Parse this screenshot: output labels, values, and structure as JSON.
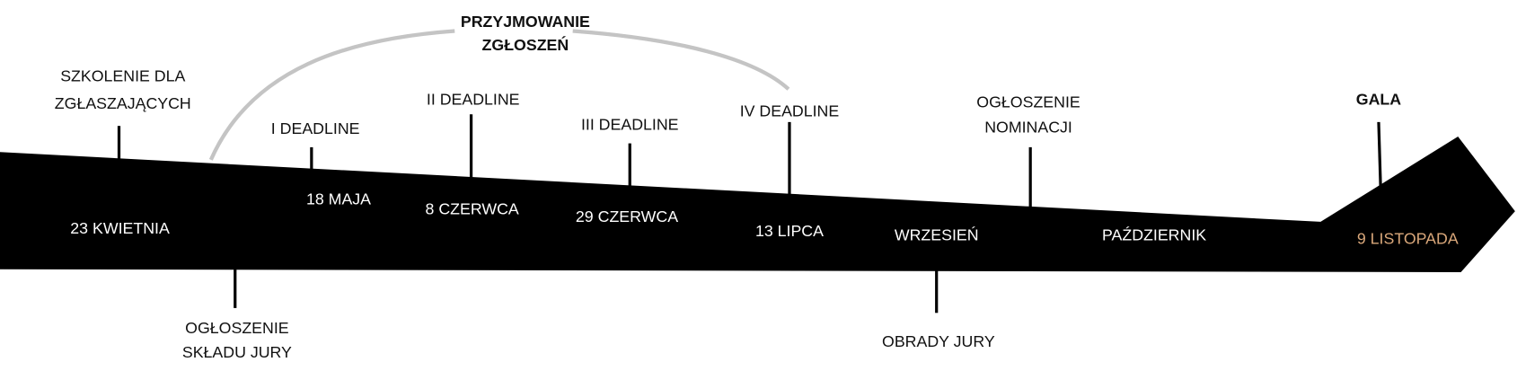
{
  "colors": {
    "band": "#000000",
    "arc": "#c4c4c4",
    "gala_date": "#d9a77a"
  },
  "period": {
    "label_line1": "PRZYJMOWANIE",
    "label_line2": "ZGŁOSZEŃ"
  },
  "above": {
    "training_line1": "SZKOLENIE DLA",
    "training_line2": "ZGŁASZAJĄCYCH",
    "deadline1": "I DEADLINE",
    "deadline2": "II DEADLINE",
    "deadline3": "III DEADLINE",
    "deadline4": "IV DEADLINE",
    "nominations_line1": "OGŁOSZENIE",
    "nominations_line2": "NOMINACJI",
    "gala": "GALA"
  },
  "dates": {
    "d1": "23 KWIETNIA",
    "d2": "18 MAJA",
    "d3": "8 CZERWCA",
    "d4": "29 CZERWCA",
    "d5": "13 LIPCA",
    "d6": "WRZESIEŃ",
    "d7": "PAŹDZIERNIK",
    "d8": "9 LISTOPADA"
  },
  "below": {
    "jury_line1": "OGŁOSZENIE",
    "jury_line2": "SKŁADU JURY",
    "deliberation": "OBRADY JURY"
  }
}
